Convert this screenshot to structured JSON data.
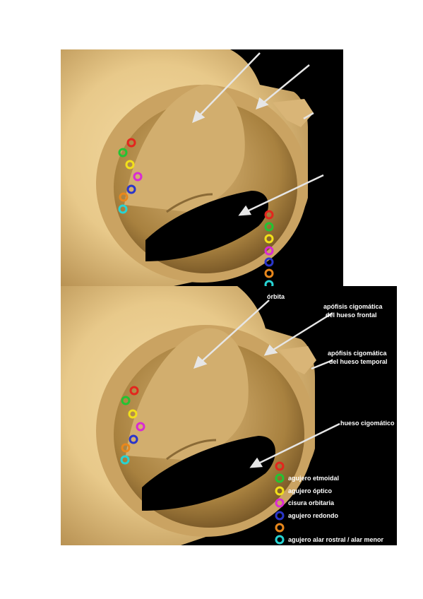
{
  "colors": {
    "background": "#000000",
    "bone": "#e8c98a",
    "bone_shadow": "#b58e4f",
    "bone_dark": "#7a5a2a",
    "arrow": "#e6e6e6",
    "red": "#e3261e",
    "green": "#22c433",
    "yellow": "#f2e01a",
    "magenta": "#d92ad3",
    "blue": "#2a35c9",
    "orange": "#e8871c",
    "cyan": "#27d4d4"
  },
  "labels": {
    "orbita": "órbita",
    "frontal_line1": "apófisis cigomática",
    "frontal_line2": "del hueso frontal",
    "temporal_line1": "apófisis cigomática",
    "temporal_line2": "del hueso temporal",
    "cigomatico": "hueso cigomático"
  },
  "legend": [
    {
      "color": "red",
      "text": ""
    },
    {
      "color": "green",
      "text": "agujero etmoidal"
    },
    {
      "color": "yellow",
      "text": "agujero óptico"
    },
    {
      "color": "magenta",
      "text": "cisura orbitaria"
    },
    {
      "color": "blue",
      "text": "agujero redondo"
    },
    {
      "color": "orange",
      "text": ""
    },
    {
      "color": "cyan",
      "text": "agujero alar rostral / alar menor"
    }
  ]
}
